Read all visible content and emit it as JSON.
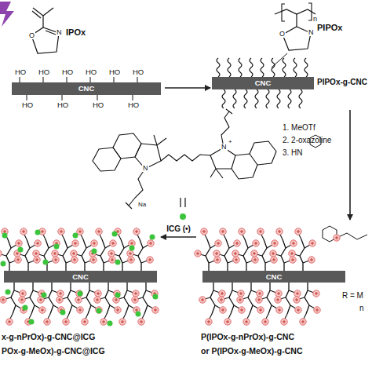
{
  "diagram": {
    "nodes": [
      {
        "text": [
          "CNC"
        ]
      },
      {
        "text": [
          "CNC",
          "PIPOx-g-CNC"
        ]
      },
      {
        "text": [
          "CNC",
          "P(IPOx-g-nPrOx)-g-CNC",
          "or P(IPOx-g-MeOx)-g-CNC"
        ]
      },
      {
        "text": [
          "CNC",
          "x-g-nPrOx)-g-CNC@ICG",
          "POx-g-MeOx)-g-CNC@ICG"
        ]
      }
    ],
    "edges": [
      {
        "from": 0,
        "to": 1,
        "arrow": "to"
      },
      {
        "from": 1,
        "to": 2,
        "arrow": "to"
      },
      {
        "from": 2,
        "to": 3,
        "label": "ICG (•)",
        "arrow": "to"
      }
    ],
    "labels": [
      "IPOx",
      "N",
      "O",
      "HO",
      "HO",
      "HO",
      "HO",
      "HO",
      "HO",
      "HO",
      "HO",
      "HO",
      "HO",
      "PIPOx",
      "N",
      "O",
      "n",
      "1. MeOTf",
      "2. 2-oxazoline",
      "3. HN",
      "N",
      "N",
      "Na",
      "+",
      "R = M",
      "n"
    ]
  }
}
